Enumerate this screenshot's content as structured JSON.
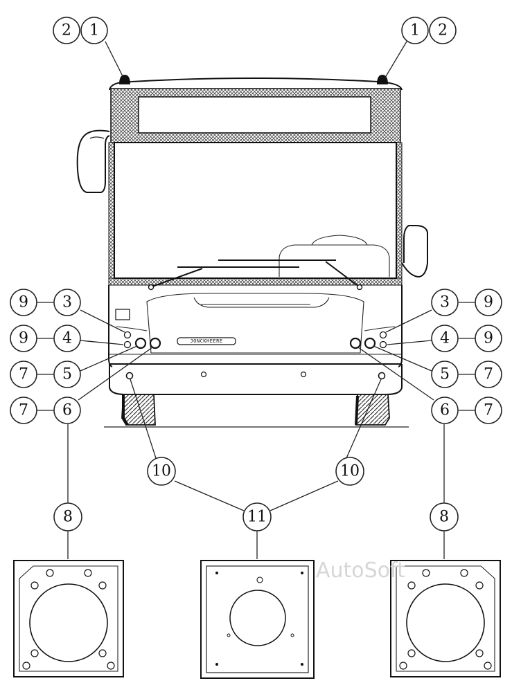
{
  "watermark": "AutoSoft",
  "badge": "JONCKHEERE",
  "callouts": {
    "c1_left": "1",
    "c2_left": "2",
    "c1_right": "1",
    "c2_right": "2",
    "c3_left": "3",
    "c9a_left": "9",
    "c4_left": "4",
    "c9b_left": "9",
    "c5_left": "5",
    "c7a_left": "7",
    "c6_left": "6",
    "c7b_left": "7",
    "c3_right": "3",
    "c9a_right": "9",
    "c4_right": "4",
    "c9b_right": "9",
    "c5_right": "5",
    "c7a_right": "7",
    "c6_right": "6",
    "c7b_right": "7",
    "c10_left": "10",
    "c10_right": "10",
    "c11": "11",
    "c8_left": "8",
    "c8_right": "8"
  }
}
